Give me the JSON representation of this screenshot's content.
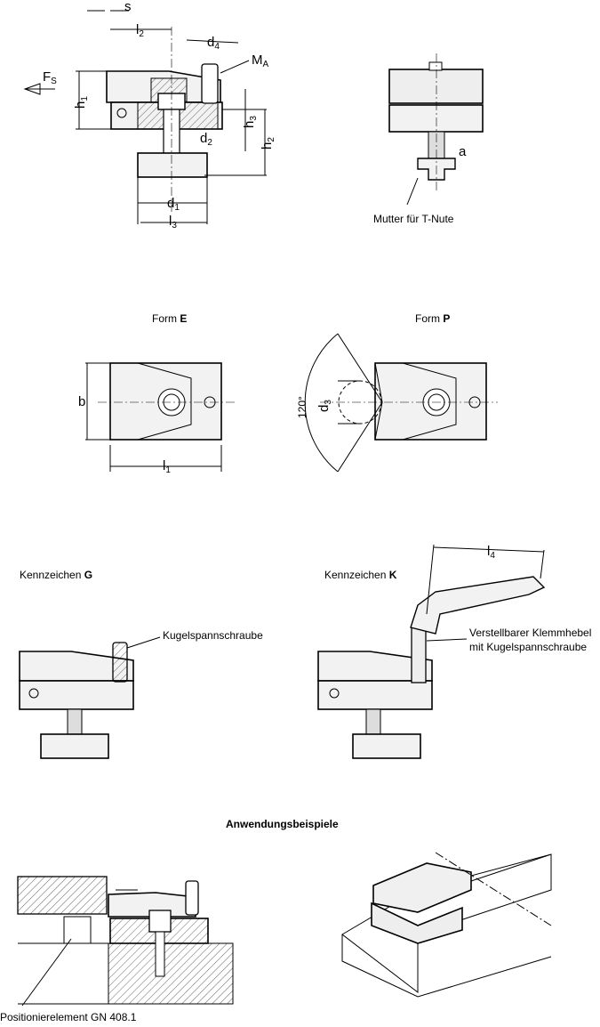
{
  "top_left_view": {
    "dims": {
      "s": {
        "base": "s",
        "sub": ""
      },
      "l2": {
        "base": "l",
        "sub": "2"
      },
      "d4": {
        "base": "d",
        "sub": "4"
      },
      "MA": {
        "base": "M",
        "sub": "A"
      },
      "Fs": {
        "base": "F",
        "sub": "S"
      },
      "h1": {
        "base": "h",
        "sub": "1"
      },
      "h3": {
        "base": "h",
        "sub": "3"
      },
      "d2": {
        "base": "d",
        "sub": "2"
      },
      "h2": {
        "base": "h",
        "sub": "2"
      },
      "d1": {
        "base": "d",
        "sub": "1"
      },
      "l3": {
        "base": "l",
        "sub": "3"
      }
    }
  },
  "top_right_view": {
    "a": "a",
    "nut_label": "Mutter für T-Nute"
  },
  "form_e": {
    "prefix": "Form ",
    "letter": "E",
    "b": "b",
    "l1": {
      "base": "l",
      "sub": "1"
    }
  },
  "form_p": {
    "prefix": "Form ",
    "letter": "P",
    "angle": "120°",
    "d3": {
      "base": "d",
      "sub": "3"
    }
  },
  "kennzeichen_g": {
    "prefix": "Kennzeichen ",
    "letter": "G",
    "callout": "Kugelspannschraube"
  },
  "kennzeichen_k": {
    "prefix": "Kennzeichen ",
    "letter": "K",
    "callout_line1": "Verstellbarer Klemmhebel",
    "callout_line2": "mit Kugelspannschraube",
    "l4": {
      "base": "l",
      "sub": "4"
    }
  },
  "examples": {
    "title": "Anwendungsbeispiele",
    "callout": "Positionierelement GN 408.1"
  }
}
